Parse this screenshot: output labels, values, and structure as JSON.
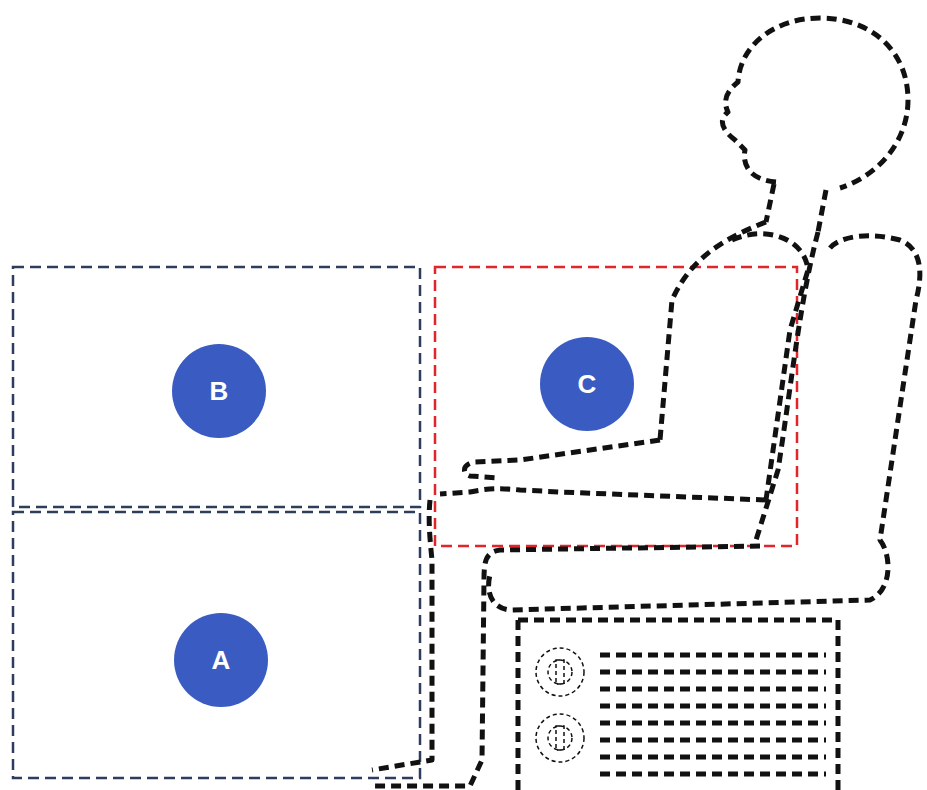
{
  "diagram": {
    "nodes": [
      {
        "text": [
          "B"
        ]
      },
      {
        "text": [
          "C"
        ]
      },
      {
        "text": [
          "A"
        ]
      }
    ]
  }
}
